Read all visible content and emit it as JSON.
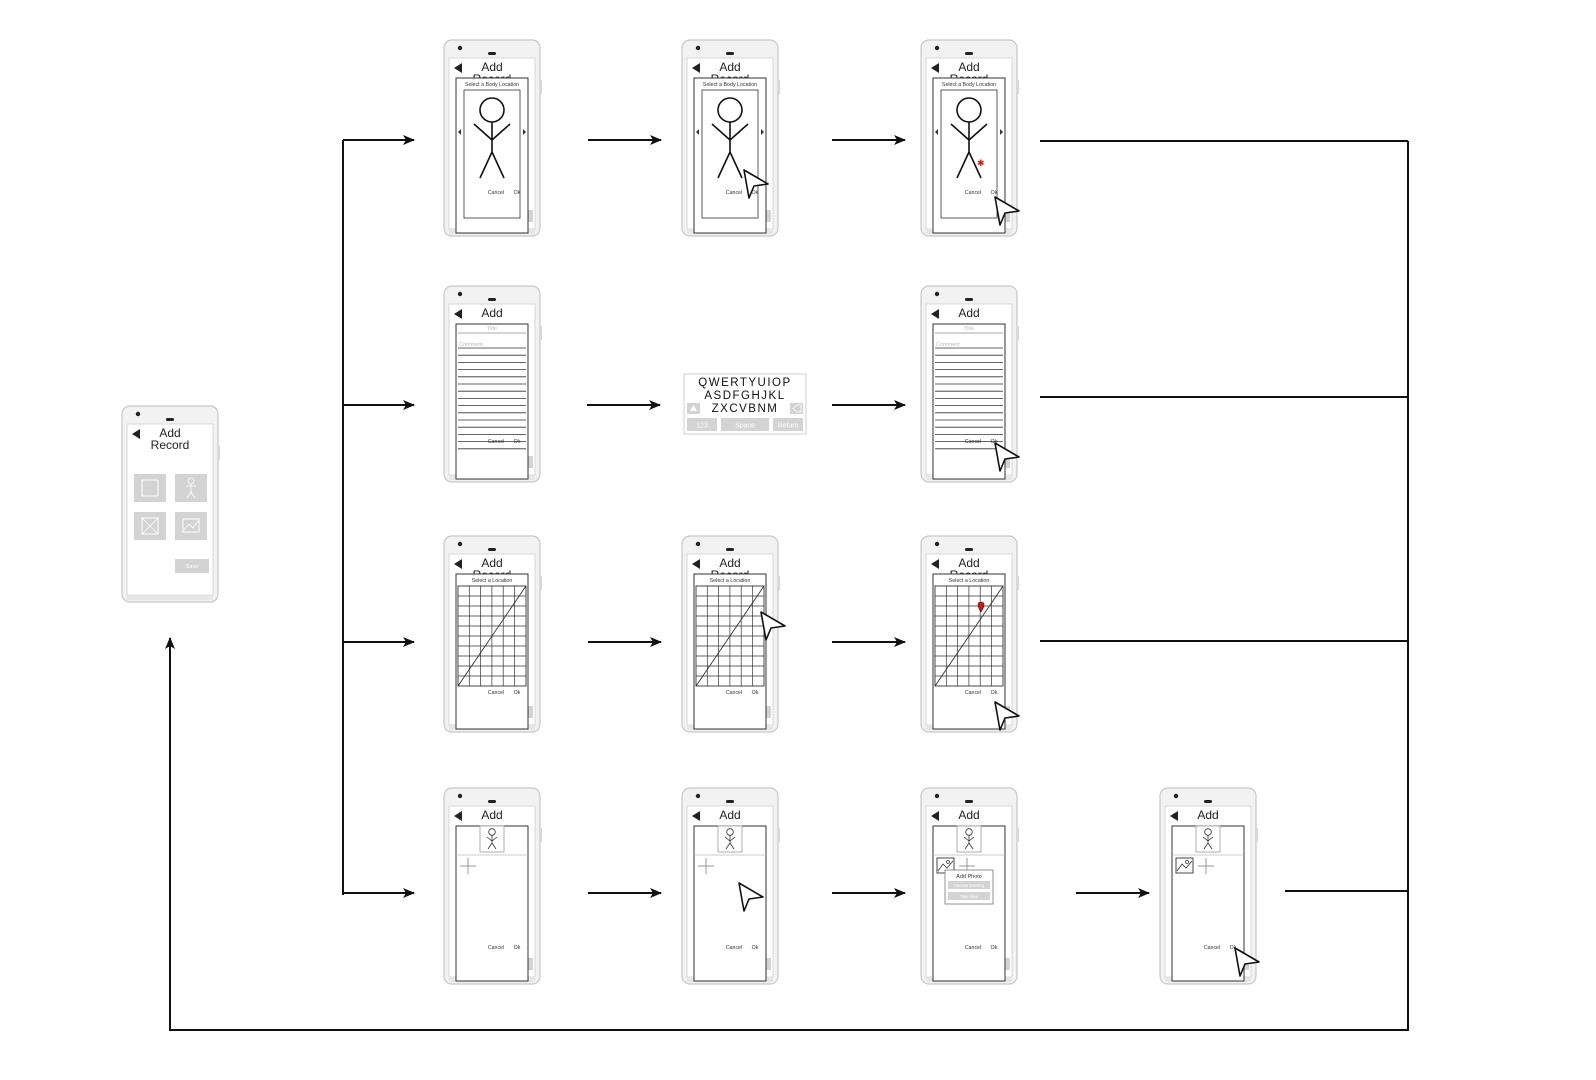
{
  "labels": {
    "add": "Add",
    "record": "Record",
    "save": "Save",
    "cancel": "Cancel",
    "ok": "Ok",
    "select_body": "Select a Body Location",
    "select_location": "Select a Location",
    "title_ph": "Title",
    "comment_ph": "Comment",
    "add_photo": "Add Photo",
    "choose_existing": "Choose Existing",
    "take_new": "Take New"
  },
  "keyboard": {
    "row1": "QWERTYUIOP",
    "row2": "ASDFGHJKL",
    "row3": "ZXCVBNM",
    "key_123": "123",
    "key_space": "Space",
    "key_return": "Return"
  },
  "colors": {
    "stroke": "#111111",
    "phone_frame": "#f2f2f2",
    "phone_border": "#c8c8c8",
    "tile": "#d3d3d3",
    "marker": "#c0201b"
  }
}
